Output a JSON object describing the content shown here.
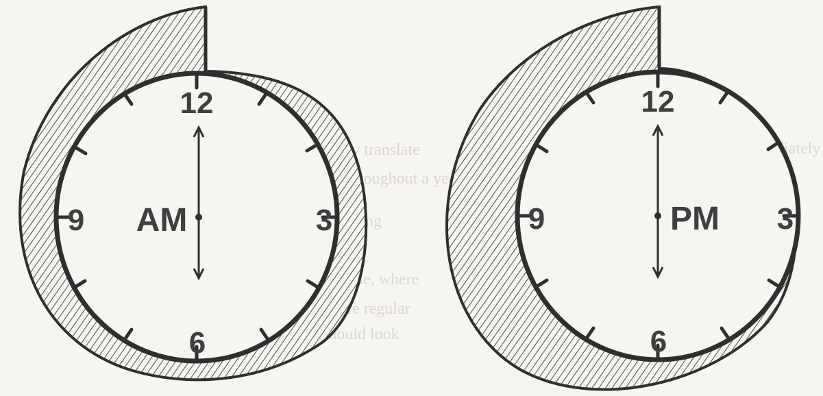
{
  "figure": {
    "clocks": [
      {
        "id": "am",
        "label": "AM",
        "numbers": {
          "top": "12",
          "right": "3",
          "bottom": "6",
          "left": "9"
        }
      },
      {
        "id": "pm",
        "label": "PM",
        "numbers": {
          "top": "12",
          "right": "3",
          "bottom": "6",
          "left": "9"
        }
      }
    ],
    "colors": {
      "paper": "#f7f5f1",
      "ink": "#2f2f2f",
      "hatch": "#575757",
      "text": "#3f3f3f"
    }
  }
}
